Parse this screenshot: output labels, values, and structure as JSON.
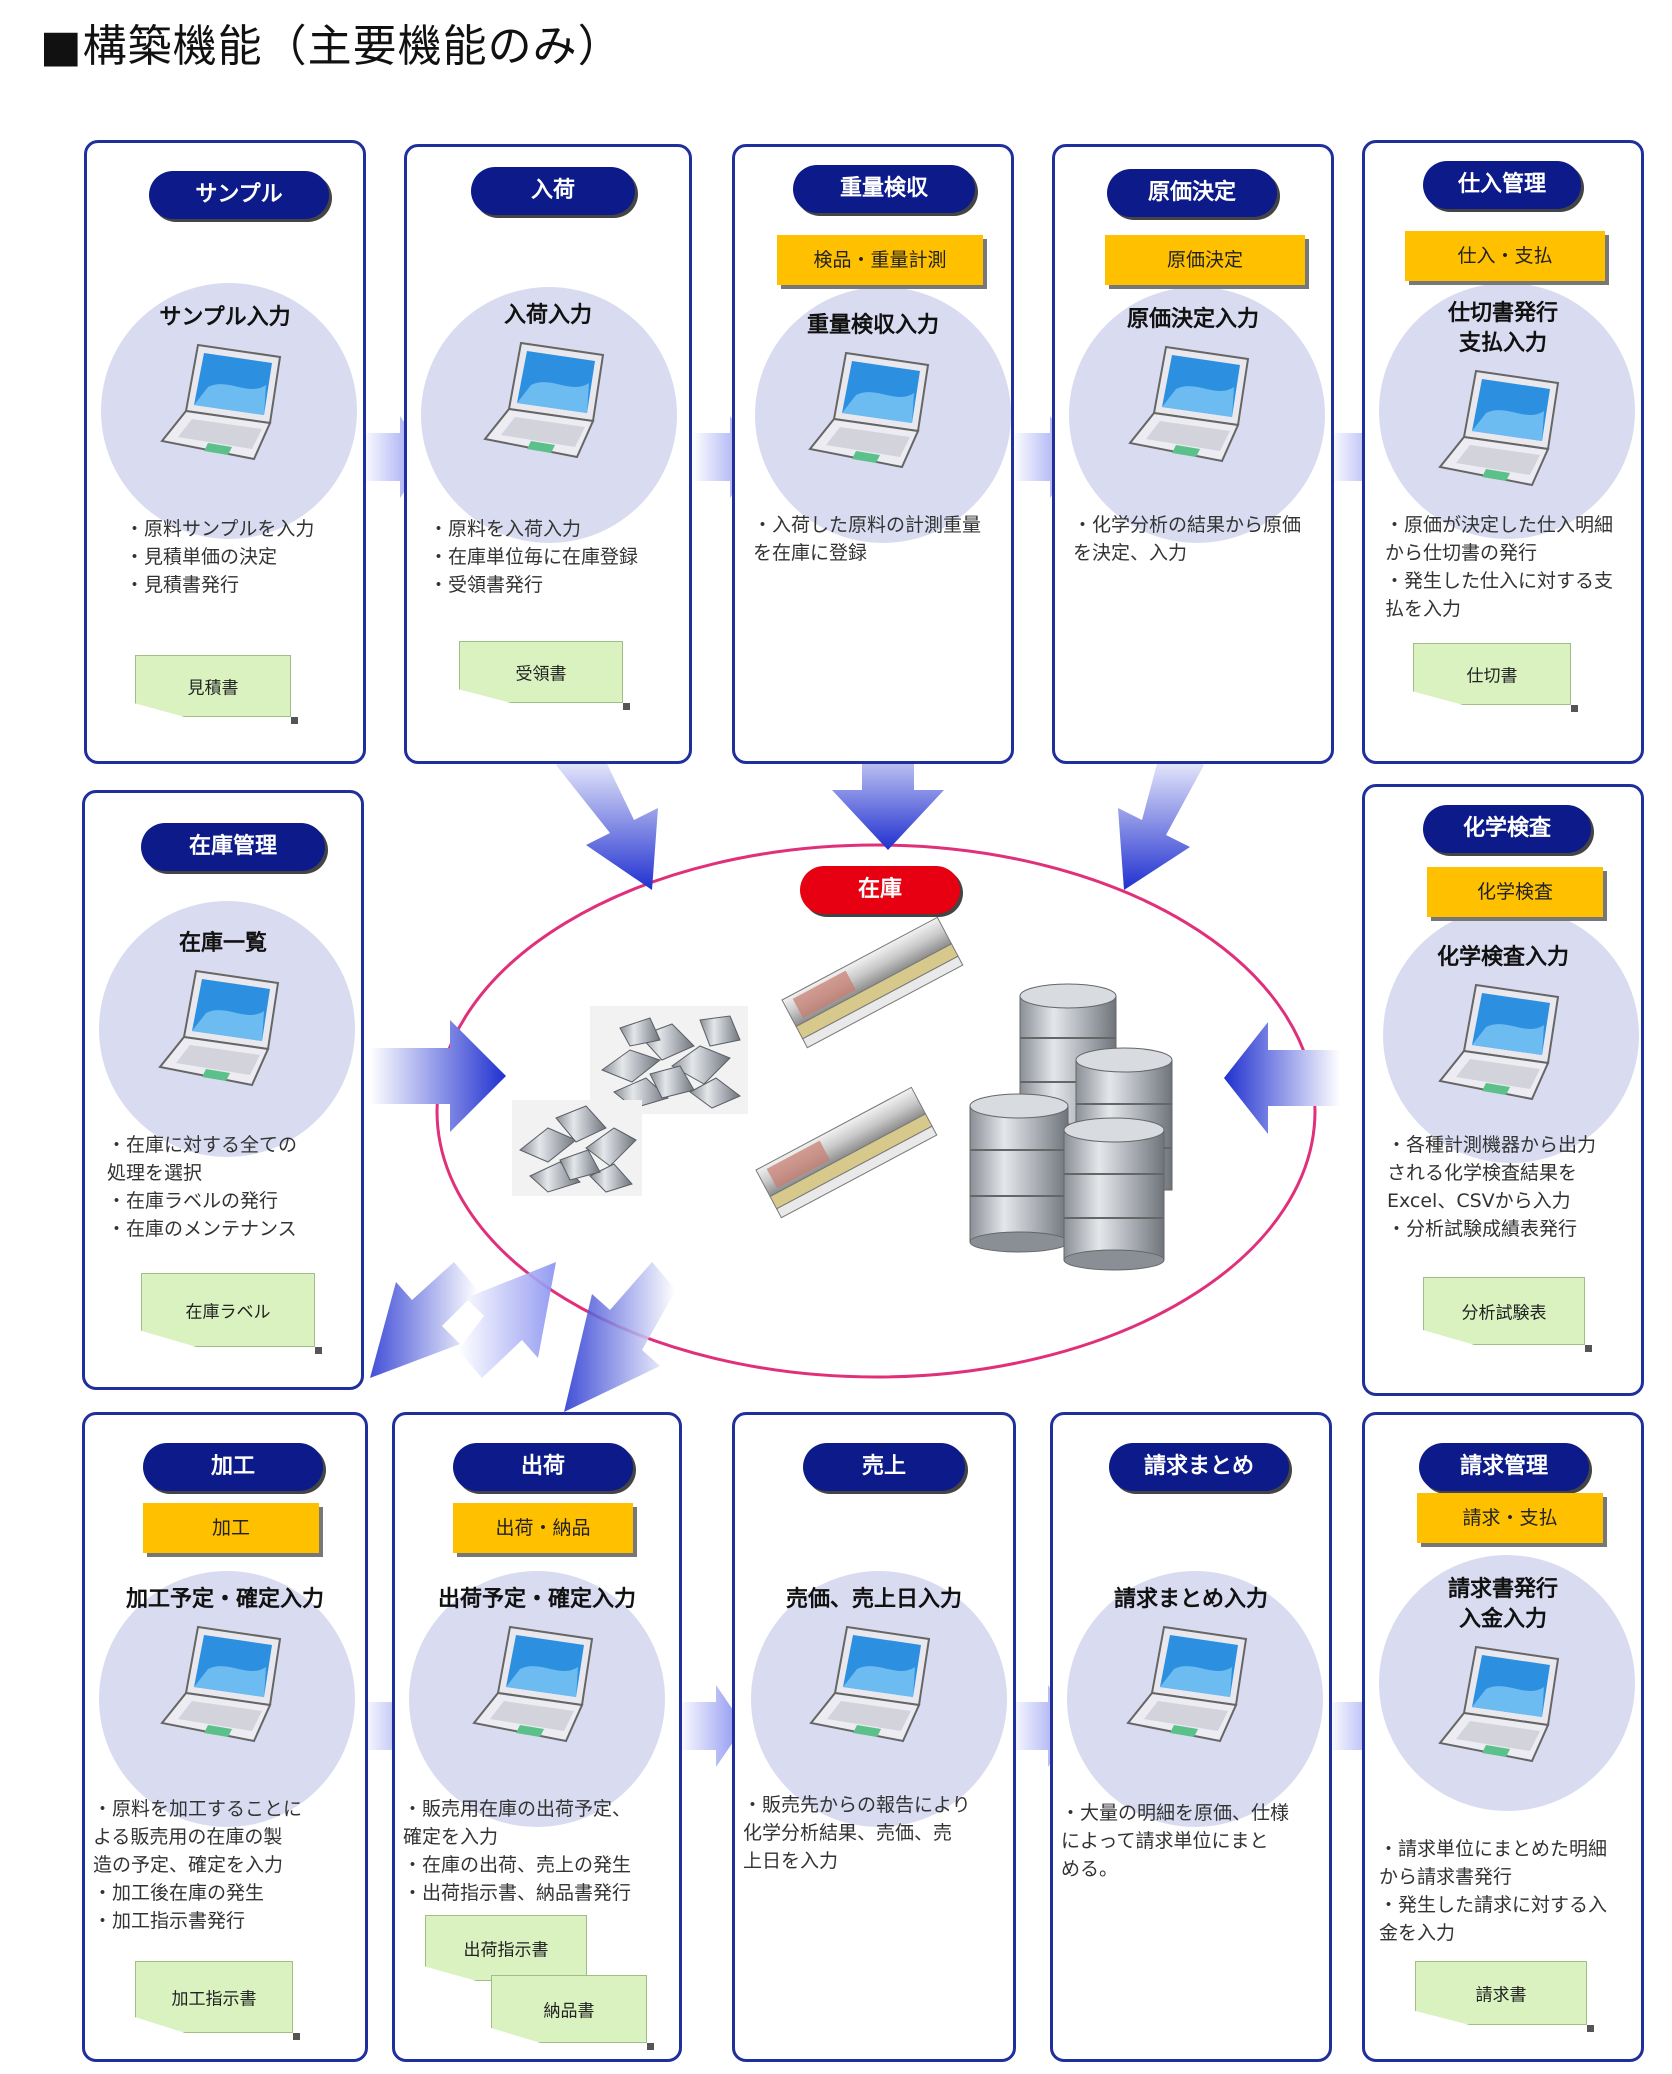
{
  "title": "■構築機能（主要機能のみ）",
  "stock": {
    "label": "在庫"
  },
  "modules": [
    {
      "id": "sample",
      "name": "サンプル",
      "tag": "",
      "input": "サンプル入力",
      "desc": [
        "・原料サンプルを入力",
        "・見積単価の決定",
        "・見積書発行"
      ],
      "docs": [
        "見積書"
      ]
    },
    {
      "id": "arrival",
      "name": "入荷",
      "tag": "",
      "input": "入荷入力",
      "desc": [
        "・原料を入荷入力",
        "・在庫単位毎に在庫登録",
        "・受領書発行"
      ],
      "docs": [
        "受領書"
      ]
    },
    {
      "id": "weight",
      "name": "重量検収",
      "tag": "検品・重量計測",
      "input": "重量検収入力",
      "desc": [
        "・入荷した原料の計測重量",
        "を在庫に登録"
      ],
      "docs": []
    },
    {
      "id": "cost",
      "name": "原価決定",
      "tag": "原価決定",
      "input": "原価決定入力",
      "desc": [
        "・化学分析の結果から原価",
        "を決定、入力"
      ],
      "docs": []
    },
    {
      "id": "purchase",
      "name": "仕入管理",
      "tag": "仕入・支払",
      "input": "仕切書発行\n支払入力",
      "desc": [
        "・原価が決定した仕入明細",
        "から仕切書の発行",
        "・発生した仕入に対する支",
        "払を入力"
      ],
      "docs": [
        "仕切書"
      ]
    },
    {
      "id": "inventory",
      "name": "在庫管理",
      "tag": "",
      "input": "在庫一覧",
      "desc": [
        "・在庫に対する全ての",
        "処理を選択",
        "・在庫ラベルの発行",
        "・在庫のメンテナンス"
      ],
      "docs": [
        "在庫ラベル"
      ]
    },
    {
      "id": "chem",
      "name": "化学検査",
      "tag": "化学検査",
      "input": "化学検査入力",
      "desc": [
        "・各種計測機器から出力",
        "される化学検査結果を",
        "Excel、CSVから入力",
        "・分析試験成績表発行"
      ],
      "docs": [
        "分析試験表"
      ]
    },
    {
      "id": "process",
      "name": "加工",
      "tag": "加工",
      "input": "加工予定・確定入力",
      "desc": [
        "・原料を加工することに",
        "よる販売用の在庫の製",
        "造の予定、確定を入力",
        "・加工後在庫の発生",
        "・加工指示書発行"
      ],
      "docs": [
        "加工指示書"
      ]
    },
    {
      "id": "ship",
      "name": "出荷",
      "tag": "出荷・納品",
      "input": "出荷予定・確定入力",
      "desc": [
        "・販売用在庫の出荷予定、",
        "確定を入力",
        "・在庫の出荷、売上の発生",
        "・出荷指示書、納品書発行"
      ],
      "docs": [
        "出荷指示書",
        "納品書"
      ]
    },
    {
      "id": "sales",
      "name": "売上",
      "tag": "",
      "input": "売価、売上日入力",
      "desc": [
        "・販売先からの報告により",
        "化学分析結果、売価、売",
        "上日を入力"
      ],
      "docs": []
    },
    {
      "id": "billing-sum",
      "name": "請求まとめ",
      "tag": "",
      "input": "請求まとめ入力",
      "desc": [
        "・大量の明細を原価、仕様",
        "によって請求単位にまと",
        "める。"
      ],
      "docs": []
    },
    {
      "id": "billing",
      "name": "請求管理",
      "tag": "請求・支払",
      "input": "請求書発行\n入金入力",
      "desc": [
        "・請求単位にまとめた明細",
        "から請求書発行",
        "・発生した請求に対する入",
        "金を入力"
      ],
      "docs": [
        "請求書"
      ]
    }
  ]
}
